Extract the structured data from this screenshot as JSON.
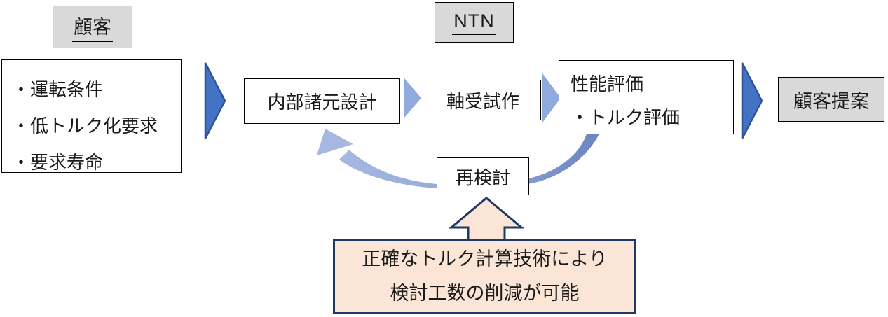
{
  "boxes": {
    "customer": "顧客",
    "ntn": "NTN",
    "design": "内部諸元設計",
    "prototype": "軸受試作",
    "evaluation_title": "性能評価",
    "evaluation_item": "・トルク評価",
    "review": "再検討",
    "proposal": "顧客提案"
  },
  "requirements": [
    "・運転条件",
    "・低トルク化要求",
    "・要求寿命"
  ],
  "note": [
    "正確なトルク計算技術により",
    "検討工数の削減が可能"
  ],
  "colors": {
    "header_box_fill": "#d9d9d9",
    "flow_arrow_fill": "#4472c4",
    "flow_arrow_border": "#2f5496",
    "step_chevron_fill": "#8faadc",
    "loop_arrow_light": "#a6b8e2",
    "loop_arrow_dark": "#6d85c1",
    "note_fill": "#fbe5d6",
    "note_border": "#1f3864"
  }
}
